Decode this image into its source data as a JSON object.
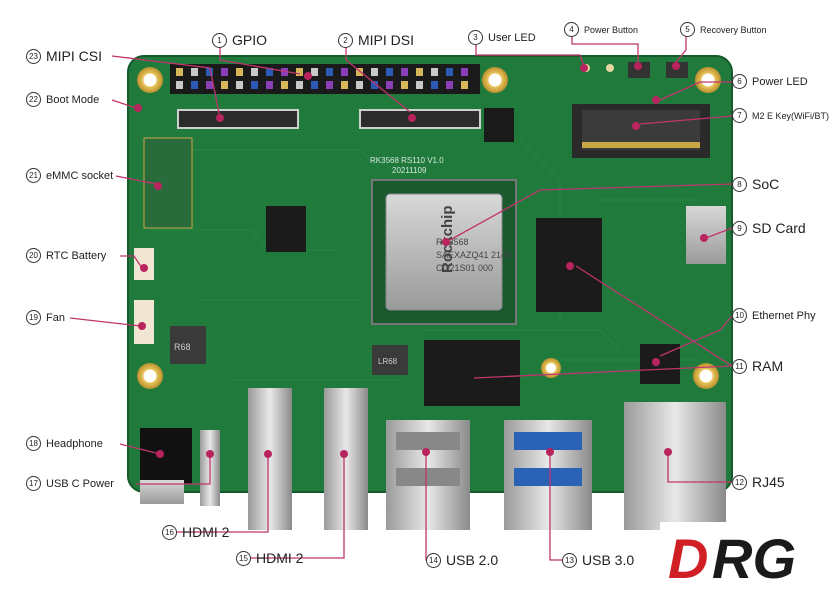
{
  "board": {
    "chip_brand": "Rockchip",
    "chip_model": "RK3568",
    "chip_code1": "SAEXAZQ41 2149",
    "chip_code2": "CO21S01 000",
    "silk_model": "RK3568 RS110 V1.0",
    "silk_date": "20211109",
    "inductor_code": "R68",
    "inductor2_code": "LR68"
  },
  "labels": [
    {
      "num": "1",
      "text": "GPIO"
    },
    {
      "num": "2",
      "text": "MIPI DSI"
    },
    {
      "num": "3",
      "text": "User LED"
    },
    {
      "num": "4",
      "text": "Power Button"
    },
    {
      "num": "5",
      "text": "Recovery Button"
    },
    {
      "num": "6",
      "text": "Power LED"
    },
    {
      "num": "7",
      "text": "M2 E Key(WiFi/BT)"
    },
    {
      "num": "8",
      "text": "SoC"
    },
    {
      "num": "9",
      "text": "SD Card"
    },
    {
      "num": "10",
      "text": "Ethernet Phy"
    },
    {
      "num": "11",
      "text": "RAM"
    },
    {
      "num": "12",
      "text": "RJ45"
    },
    {
      "num": "13",
      "text": "USB 3.0"
    },
    {
      "num": "14",
      "text": "USB 2.0"
    },
    {
      "num": "15",
      "text": "HDMI 2"
    },
    {
      "num": "16",
      "text": "HDMI 2"
    },
    {
      "num": "17",
      "text": "USB C Power"
    },
    {
      "num": "18",
      "text": "Headphone"
    },
    {
      "num": "19",
      "text": "Fan"
    },
    {
      "num": "20",
      "text": "RTC Battery"
    },
    {
      "num": "21",
      "text": "eMMC socket"
    },
    {
      "num": "22",
      "text": "Boot Mode"
    },
    {
      "num": "23",
      "text": "MIPI CSI"
    }
  ],
  "logo": {
    "text": "DRG",
    "color_d": "#d11f26",
    "color_rg": "#1a1a1a"
  },
  "colors": {
    "pcb": "#1f7a3c",
    "pcb_dark": "#145a2b",
    "leader": "#c0356e",
    "marker": "#b8255e"
  }
}
